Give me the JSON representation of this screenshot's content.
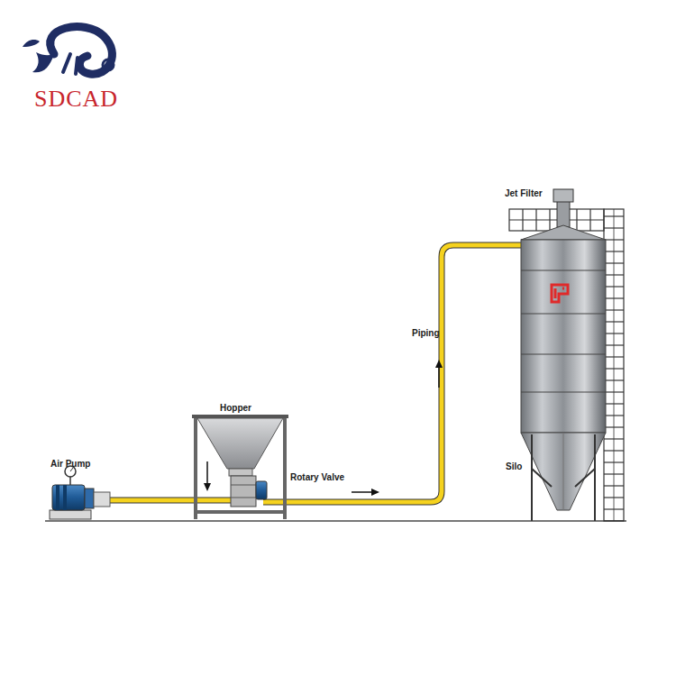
{
  "diagram": {
    "labels": [
      "SDCAD",
      "Jet Filter",
      "Piping",
      "Hopper",
      "Air Pump",
      "Rotary Valve",
      "Silo"
    ]
  }
}
